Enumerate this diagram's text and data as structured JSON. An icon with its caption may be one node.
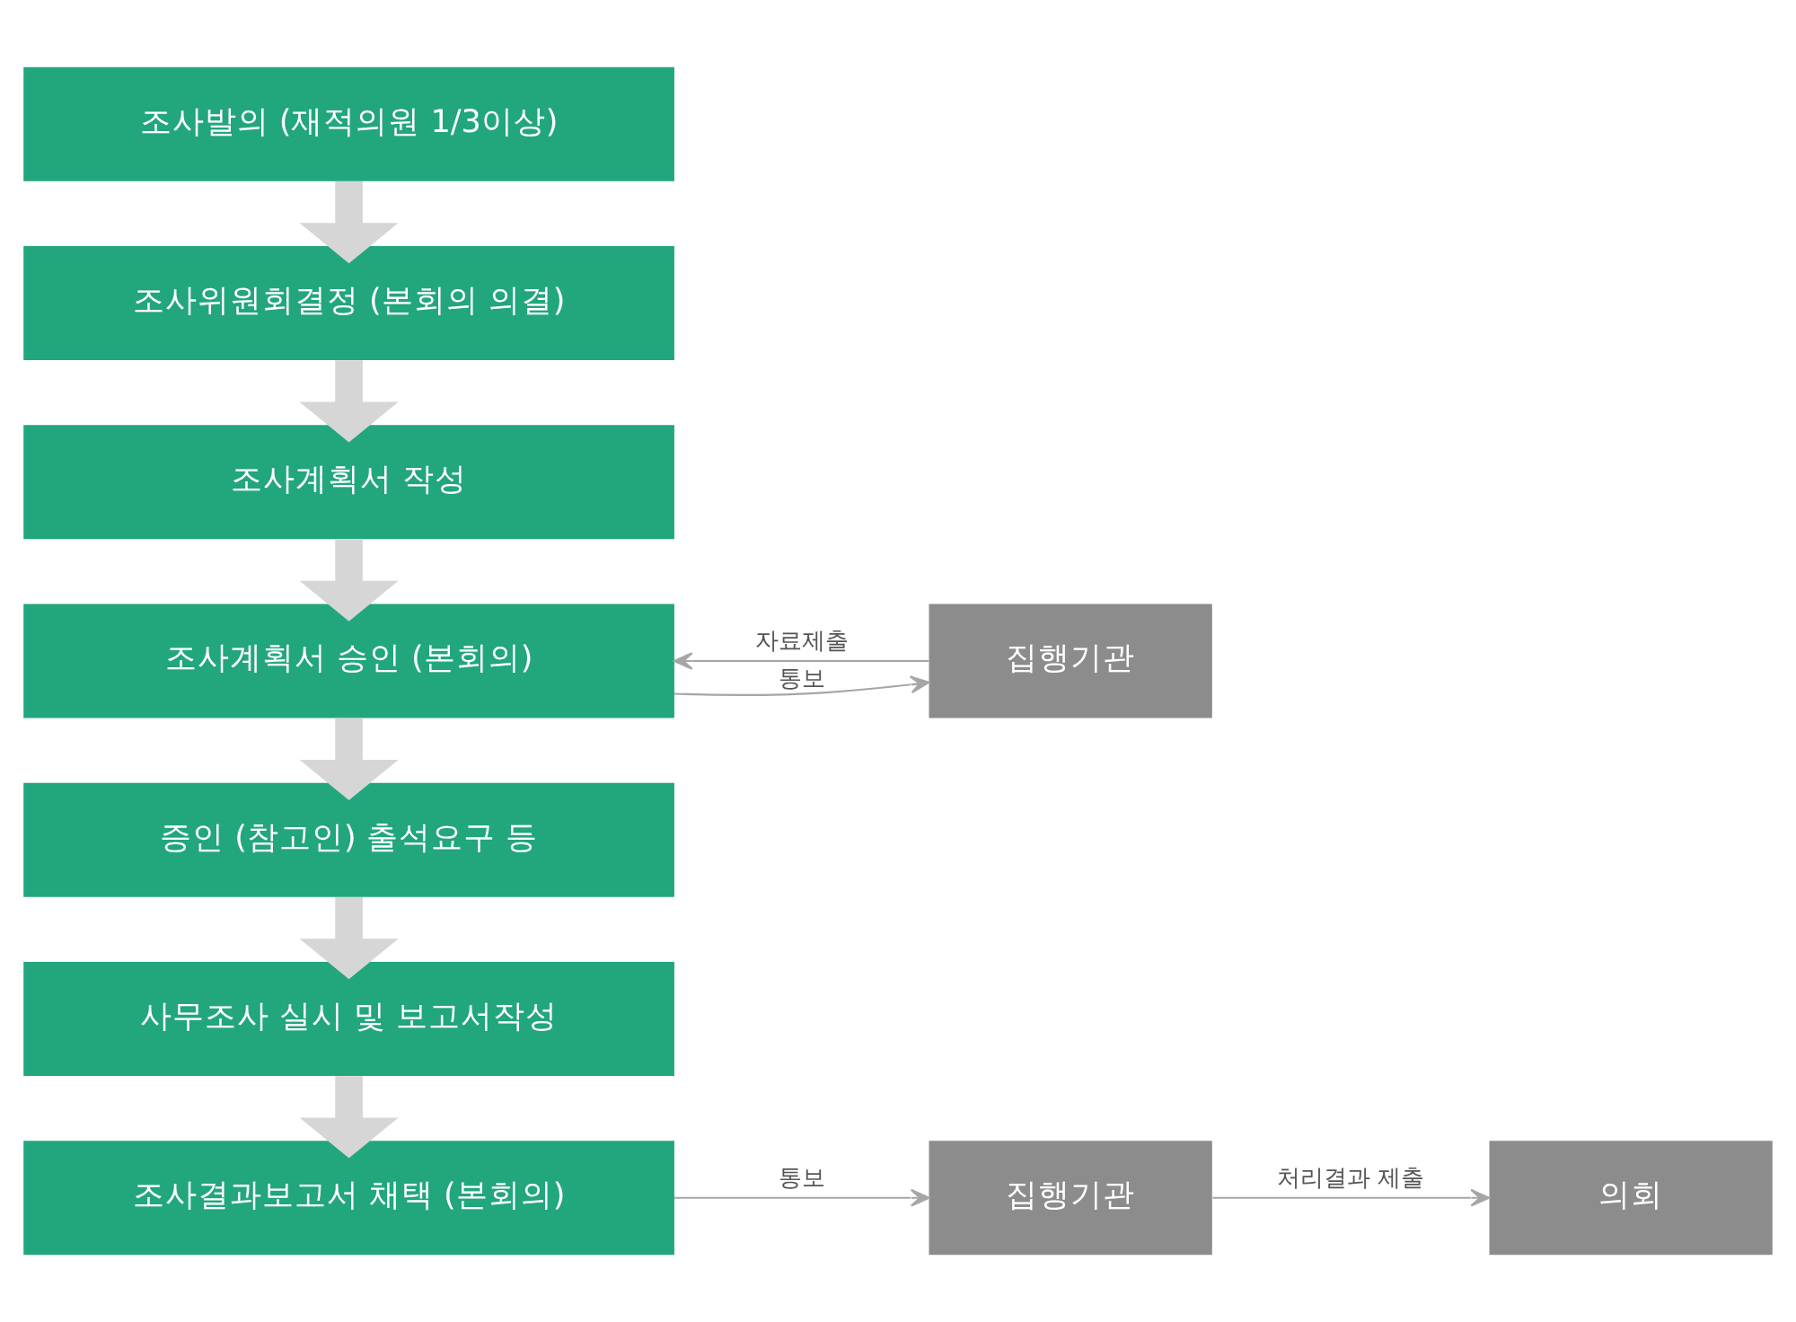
{
  "diagram": {
    "nodes": [
      {
        "text": [
          "조사발의 (재적의원 1/3이상)"
        ]
      },
      {
        "text": [
          "조사위원회결정 (본회의 의결)"
        ]
      },
      {
        "text": [
          "조사계획서 작성"
        ]
      },
      {
        "text": [
          "조사계획서 승인 (본회의)"
        ]
      },
      {
        "text": [
          "집행기관"
        ]
      },
      {
        "text": [
          "증인 (참고인) 출석요구 등"
        ]
      },
      {
        "text": [
          "사무조사 실시 및 보고서작성"
        ]
      },
      {
        "text": [
          "조사결과보고서 채택 (본회의)"
        ]
      },
      {
        "text": [
          "집행기관"
        ]
      },
      {
        "text": [
          "의회"
        ]
      }
    ],
    "edges": [
      {
        "from": 0,
        "to": 1,
        "arrow": "to"
      },
      {
        "from": 1,
        "to": 2,
        "arrow": "to"
      },
      {
        "from": 2,
        "to": 3,
        "arrow": "to"
      },
      {
        "from": 3,
        "to": 4,
        "arrow": "to",
        "label": "통보",
        "color": "#a6a6a6"
      },
      {
        "from": 4,
        "to": 3,
        "arrow": "to",
        "label": "자료제출",
        "color": "#a6a6a6"
      },
      {
        "from": 3,
        "to": 5,
        "arrow": "to"
      },
      {
        "from": 5,
        "to": 6,
        "arrow": "to"
      },
      {
        "from": 6,
        "to": 7,
        "arrow": "to"
      },
      {
        "from": 7,
        "to": 8,
        "arrow": "to",
        "label": "통보",
        "color": "#a6a6a6"
      },
      {
        "from": 8,
        "to": 9,
        "arrow": "to",
        "label": "처리결과 제출",
        "color": "#a6a6a6"
      }
    ]
  }
}
